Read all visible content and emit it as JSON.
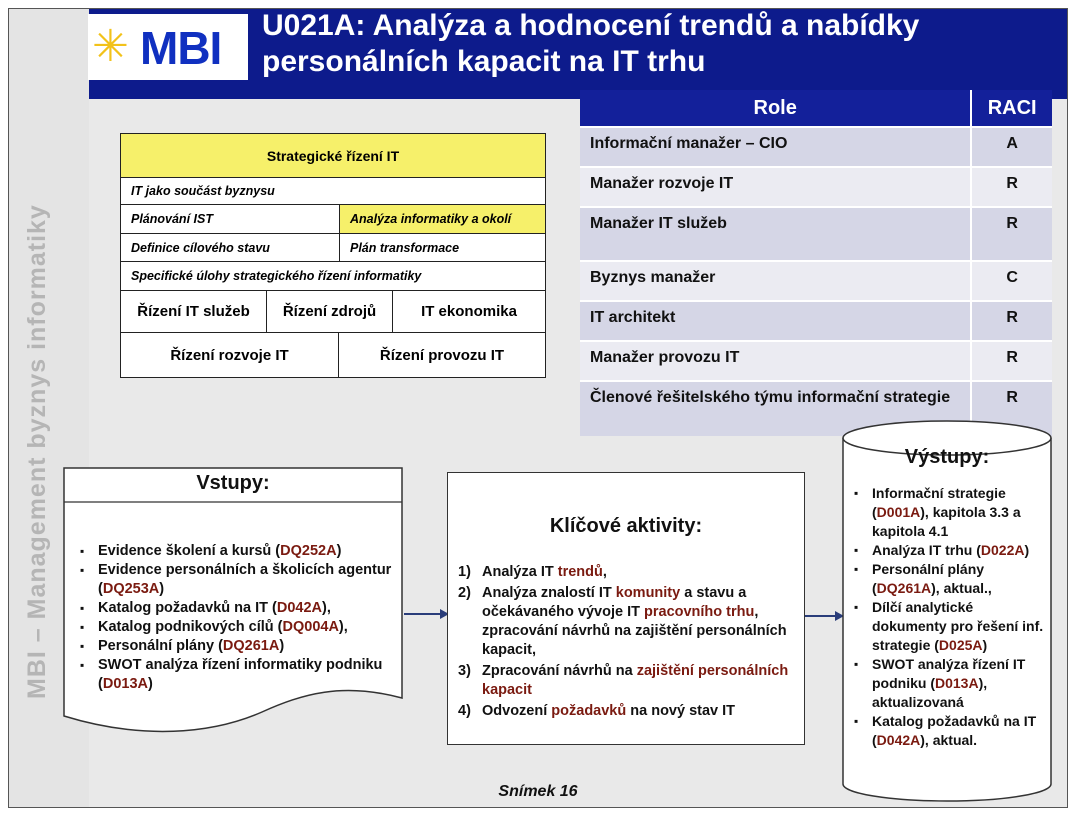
{
  "side_text": "MBI – Management byznys informatiky",
  "logo": {
    "star": "✳",
    "text": "MBI"
  },
  "title": "U021A: Analýza a hodnocení trendů a nabídky personálních kapacit na IT trhu",
  "raci": {
    "header_role": "Role",
    "header_raci": "RACI",
    "rows": [
      {
        "role": "Informační manažer – CIO",
        "raci": "A"
      },
      {
        "role": "Manažer rozvoje IT",
        "raci": "R"
      },
      {
        "role": "Manažer IT služeb",
        "raci": "R"
      },
      {
        "role": "Byznys manažer",
        "raci": "C"
      },
      {
        "role": "IT architekt",
        "raci": "R"
      },
      {
        "role": "Manažer provozu IT",
        "raci": "R"
      },
      {
        "role": "Členové řešitelského týmu informační strategie",
        "raci": "R"
      }
    ]
  },
  "strategy": {
    "header": "Strategické řízení IT",
    "r1": "IT jako součást byznysu",
    "r2a": "Plánování IST",
    "r2b": "Analýza informatiky a okolí",
    "r3a": "Definice cílového stavu",
    "r3b": "Plán transformace",
    "r4": "Specifické úlohy strategického řízení informatiky",
    "r5a": "Řízení IT služeb",
    "r5b": "Řízení  zdrojů",
    "r5c": "IT ekonomika",
    "r6a": "Řízení rozvoje IT",
    "r6b": "Řízení provozu IT"
  },
  "inputs": {
    "title": "Vstupy:",
    "items": [
      {
        "text": "Evidence školení a kursů (",
        "code": "DQ252A",
        "tail": ")"
      },
      {
        "text": "Evidence personálních a školicích agentur (",
        "code": "DQ253A",
        "tail": ")"
      },
      {
        "text": "Katalog požadavků na IT (",
        "code": "D042A",
        "tail": "),"
      },
      {
        "text": "Katalog podnikových cílů (",
        "code": "DQ004A",
        "tail": "),"
      },
      {
        "text": "Personální plány (",
        "code": "DQ261A",
        "tail": ")"
      },
      {
        "text": "SWOT analýza řízení informatiky podniku (",
        "code": "D013A",
        "tail": ")"
      }
    ]
  },
  "activities": {
    "title": "Klíčové aktivity:",
    "a1_num": "1)",
    "a1_pre": "Analýza IT ",
    "a1_hl": "trendů",
    "a1_post": ",",
    "a2_num": "2)",
    "a2_pre": "Analýza znalostí IT ",
    "a2_hl1": "komunity",
    "a2_mid1": " a stavu a očekávaného vývoje IT ",
    "a2_hl2": "pracovního trhu",
    "a2_post": ", zpracování návrhů na zajištění personálních kapacit,",
    "a3_num": "3)",
    "a3_pre": "Zpracování návrhů na ",
    "a3_hl": "zajištění personálních kapacit",
    "a4_num": "4)",
    "a4_pre": "Odvození ",
    "a4_hl": "požadavků",
    "a4_post": " na nový stav IT"
  },
  "outputs": {
    "title": "Výstupy:",
    "items": [
      {
        "text": "Informační strategie (",
        "code": "D001A",
        "tail": "), kapitola 3.3 a kapitola 4.1"
      },
      {
        "text": "Analýza IT trhu (",
        "code": "D022A",
        "tail": ")"
      },
      {
        "text": "Personální plány (",
        "code": "DQ261A",
        "tail": "), aktual.,"
      },
      {
        "text": "Dílčí analytické dokumenty pro řešení inf. strategie (",
        "code": "D025A",
        "tail": ")"
      },
      {
        "text": "SWOT analýza řízení IT podniku (",
        "code": "D013A",
        "tail": "), aktualizovaná"
      },
      {
        "text": "Katalog požadavků na IT (",
        "code": "D042A",
        "tail": "), aktual."
      }
    ]
  },
  "footer": "Snímek  16"
}
